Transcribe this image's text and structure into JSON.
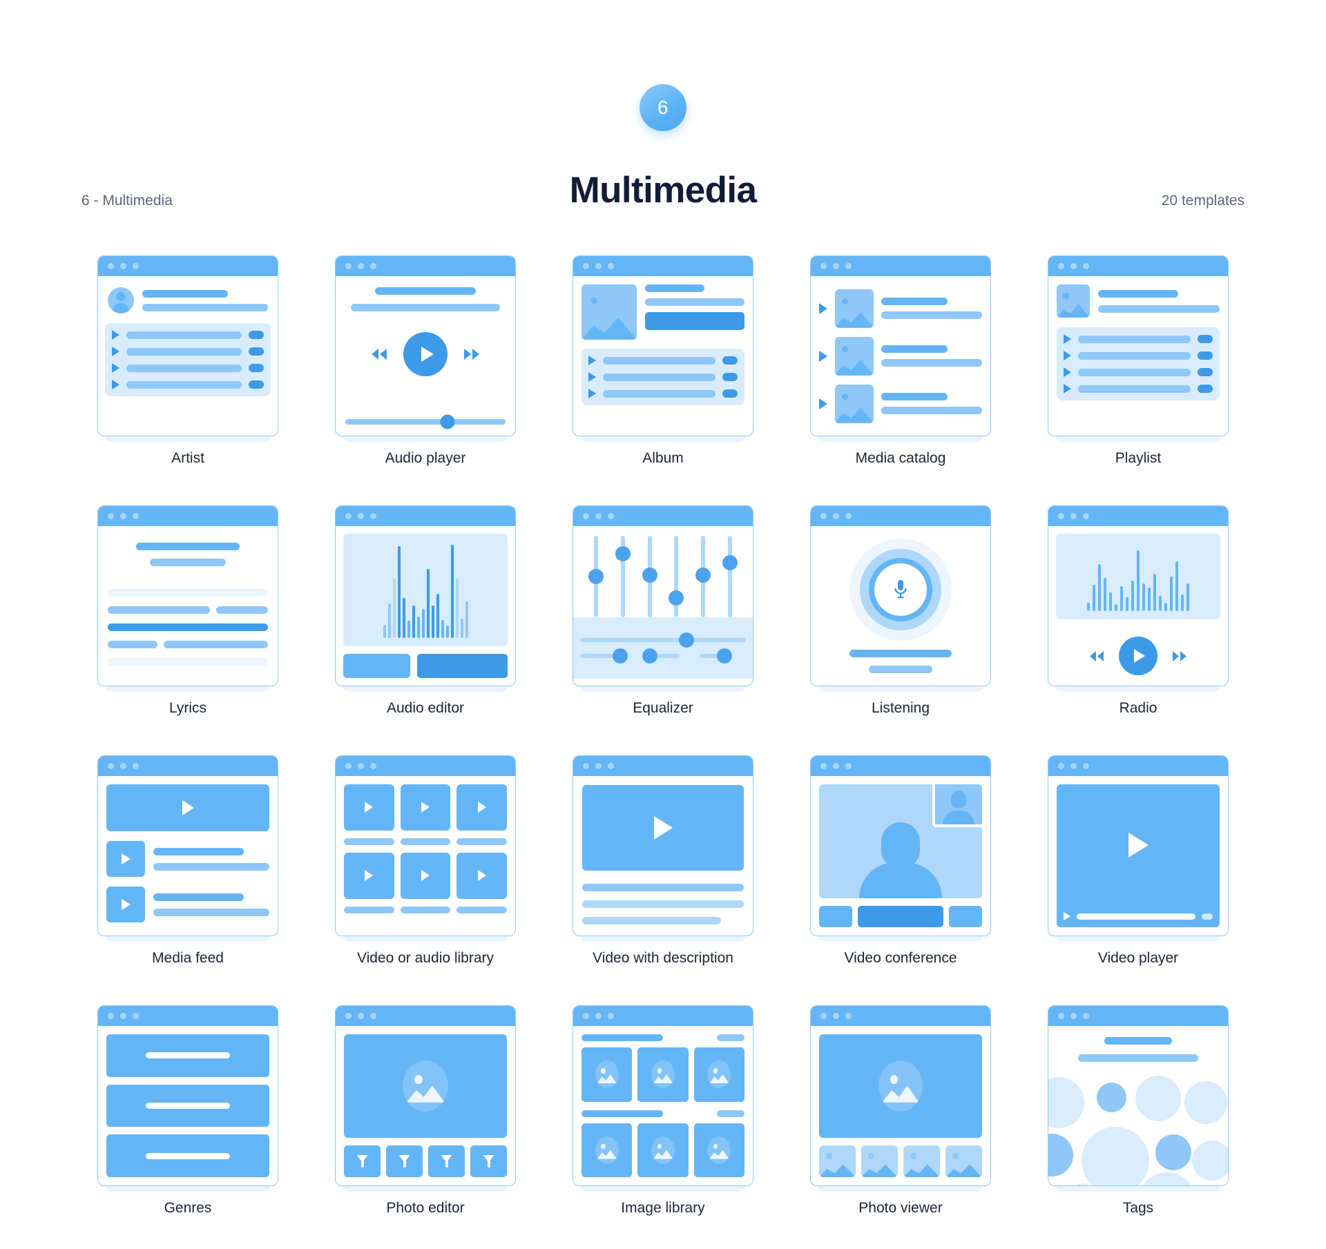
{
  "header": {
    "badge_number": "6",
    "title": "Multimedia",
    "breadcrumb": "6 - Multimedia",
    "template_count": "20 templates"
  },
  "colors": {
    "accent": "#64b5f6",
    "accent_dark": "#3d9ae8",
    "accent_mid": "#8ec7f8",
    "accent_light": "#aed7fa",
    "panel": "#d8ecfd",
    "panel_soft": "#edf6fe",
    "title_text": "#121c36",
    "muted_text": "#5b6478",
    "caption_text": "#1d2433",
    "background": "#ffffff"
  },
  "templates": [
    {
      "id": "artist",
      "label": "Artist",
      "icons": [
        "avatar-icon",
        "play-icon"
      ]
    },
    {
      "id": "audio-player",
      "label": "Audio player",
      "icons": [
        "rewind-icon",
        "play-icon",
        "fast-forward-icon",
        "slider-handle"
      ]
    },
    {
      "id": "album",
      "label": "Album",
      "icons": [
        "image-icon",
        "play-icon"
      ]
    },
    {
      "id": "media-catalog",
      "label": "Media catalog",
      "icons": [
        "play-icon",
        "image-icon"
      ]
    },
    {
      "id": "playlist",
      "label": "Playlist",
      "icons": [
        "image-icon",
        "play-icon"
      ]
    },
    {
      "id": "lyrics",
      "label": "Lyrics",
      "icons": []
    },
    {
      "id": "audio-editor",
      "label": "Audio editor",
      "icons": [
        "waveform-icon"
      ]
    },
    {
      "id": "equalizer",
      "label": "Equalizer",
      "icons": [
        "slider-handle"
      ]
    },
    {
      "id": "listening",
      "label": "Listening",
      "icons": [
        "microphone-icon"
      ]
    },
    {
      "id": "radio",
      "label": "Radio",
      "icons": [
        "waveform-icon",
        "rewind-icon",
        "play-icon",
        "fast-forward-icon"
      ]
    },
    {
      "id": "media-feed",
      "label": "Media feed",
      "icons": [
        "play-icon"
      ]
    },
    {
      "id": "video-audio-library",
      "label": "Video or audio library",
      "icons": [
        "play-icon"
      ]
    },
    {
      "id": "video-with-description",
      "label": "Video with description",
      "icons": [
        "play-icon"
      ]
    },
    {
      "id": "video-conference",
      "label": "Video conference",
      "icons": [
        "person-icon"
      ]
    },
    {
      "id": "video-player",
      "label": "Video player",
      "icons": [
        "play-icon",
        "progress-bar"
      ]
    },
    {
      "id": "genres",
      "label": "Genres",
      "icons": []
    },
    {
      "id": "photo-editor",
      "label": "Photo editor",
      "icons": [
        "image-icon",
        "filter-icon"
      ]
    },
    {
      "id": "image-library",
      "label": "Image library",
      "icons": [
        "image-icon"
      ]
    },
    {
      "id": "photo-viewer",
      "label": "Photo viewer",
      "icons": [
        "image-icon"
      ]
    },
    {
      "id": "tags",
      "label": "Tags",
      "icons": [
        "tag-bubble"
      ]
    }
  ]
}
